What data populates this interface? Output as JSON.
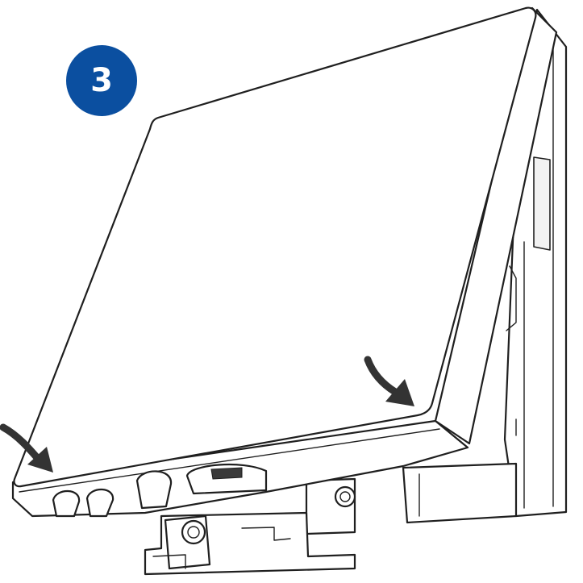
{
  "step": {
    "number": "3",
    "badge_color": "#0b4fa0"
  },
  "figure": {
    "line_color": "#1f1f1f",
    "arrow_color": "#333333",
    "arrows": [
      "curved-arrow-left",
      "curved-arrow-right"
    ]
  }
}
